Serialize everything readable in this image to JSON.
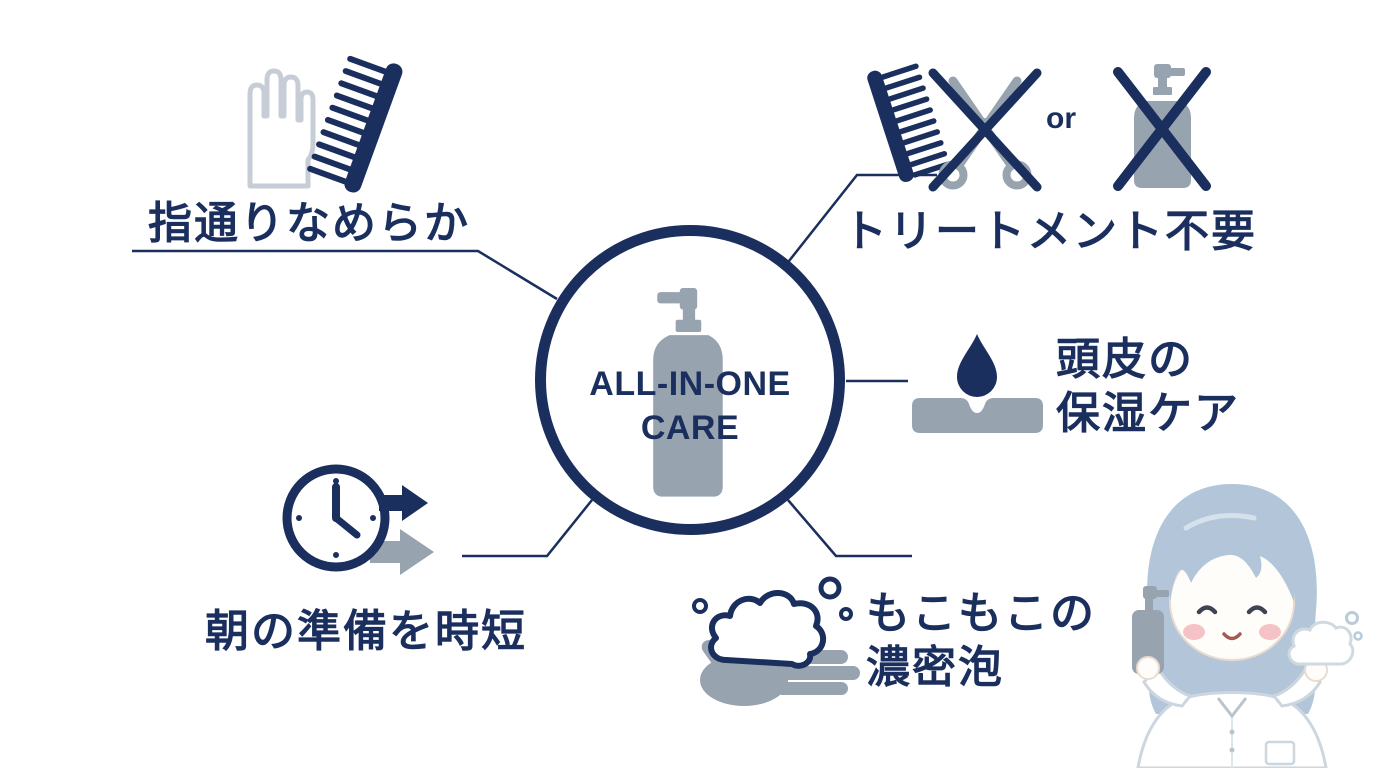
{
  "colors": {
    "navy": "#1b2f5e",
    "gray": "#98a3b0",
    "light_gray": "#c7cdd6",
    "hair_blue": "#b3c6d9",
    "blush_pink": "#f5c3c6",
    "background": "#ffffff"
  },
  "center": {
    "title_line1": "ALL-IN-ONE",
    "title_line2": "CARE",
    "icon": "pump-bottle-icon"
  },
  "callouts": [
    {
      "id": "smooth-hair",
      "label": "指通りなめらか",
      "icons": [
        "hand-icon",
        "comb-icon"
      ]
    },
    {
      "id": "no-treatment",
      "label": "トリートメント不要",
      "or_text": "or",
      "icons": [
        "comb-icon",
        "scissors-crossed-icon",
        "bottle-crossed-icon"
      ]
    },
    {
      "id": "scalp-care",
      "label_line1": "頭皮の",
      "label_line2": "保湿ケア",
      "icons": [
        "water-drop-scalp-icon"
      ]
    },
    {
      "id": "time-saving",
      "label": "朝の準備を時短",
      "icons": [
        "clock-fast-forward-icon"
      ]
    },
    {
      "id": "dense-foam",
      "label_line1": "もこもこの",
      "label_line2": "濃密泡",
      "icons": [
        "foam-on-hand-icon"
      ]
    }
  ],
  "illustration": "pharmacist-woman-holding-bottle-and-foam"
}
